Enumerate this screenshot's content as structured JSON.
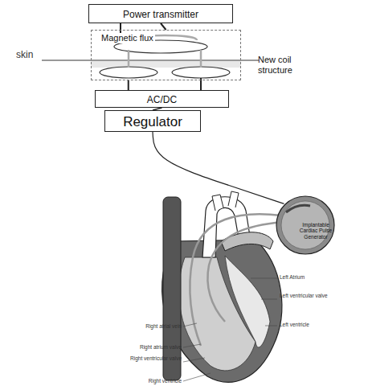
{
  "diagram": {
    "nodes": [
      {
        "text": [
          "Power transmitter"
        ]
      },
      {
        "text": [
          "Magnetic flux",
          "New coil structure"
        ]
      },
      {
        "text": [
          "AC/DC"
        ]
      },
      {
        "text": [
          "Regulator"
        ]
      },
      {
        "text": [
          "Implantable Cardiac Pulse Generator"
        ]
      }
    ],
    "edges": [
      {
        "from": 0,
        "to": 1,
        "arrow": "none"
      },
      {
        "from": 1,
        "to": 2,
        "arrow": "none"
      },
      {
        "from": 2,
        "to": 3,
        "arrow": "none"
      },
      {
        "from": 3,
        "to": 4,
        "arrow": "none"
      }
    ],
    "labels": [
      "skin",
      "Left Atrium",
      "Left ventricular valve",
      "Left ventricle",
      "Right atrial vein",
      "Right atrium valve",
      "Right ventricular valve",
      "Right ventricle"
    ]
  }
}
